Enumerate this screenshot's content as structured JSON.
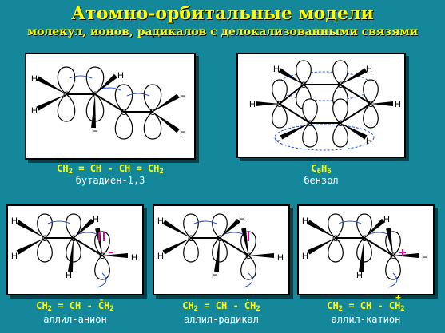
{
  "header": {
    "title": "Атомно-орбитальные модели",
    "subtitle": "молекул, ионов, радикалов с делокализованными связями"
  },
  "molecules": [
    {
      "formula": "CH2 = CH - CH = CH2",
      "name": "бутадиен-1,3"
    },
    {
      "formula": "C6H6",
      "name": "бензол"
    },
    {
      "formula": "CH2 = CH - CH2",
      "mark": "−",
      "name": "аллил-анион"
    },
    {
      "formula": "CH2 = CH - CH2",
      "mark": "·",
      "name": "аллил-радикал"
    },
    {
      "formula": "CH2 = CH - CH2",
      "mark": "+",
      "name": "аллил-катион"
    }
  ],
  "atoms": {
    "carbon": "C",
    "hydrogen": "H"
  },
  "colors": {
    "background": "#14879a",
    "title": "#ffff00",
    "label": "#ffffff",
    "orbital_stroke": "#000000",
    "overlap": "#1a4fd6",
    "marker": "#e000a0"
  }
}
